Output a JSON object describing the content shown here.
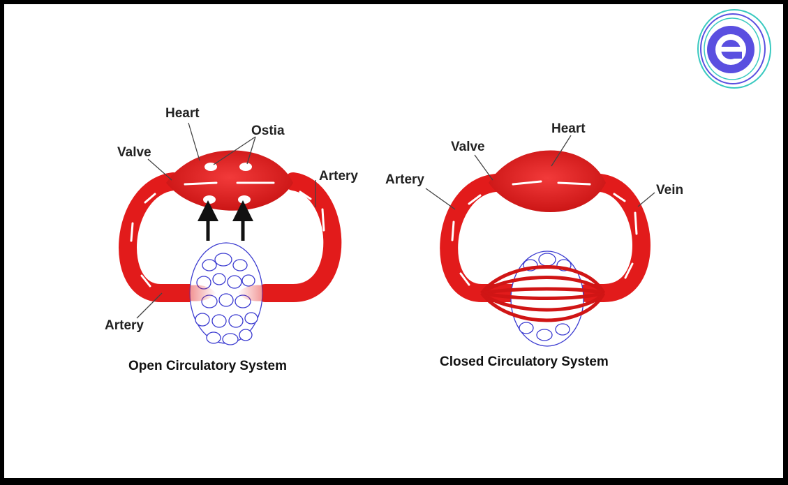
{
  "colors": {
    "vessel": "#e21b1b",
    "vessel_dark": "#b30f0f",
    "tissue": "#3a3ad0",
    "logo_ring": "#39c9c0",
    "logo_core": "#5a4fe0"
  },
  "logo": {
    "icon": "edu-e-logo-icon"
  },
  "open_system": {
    "title": "Open Circulatory System",
    "labels": {
      "heart": "Heart",
      "ostia": "Ostia",
      "valve": "Valve",
      "artery_right": "Artery",
      "artery_left": "Artery"
    }
  },
  "closed_system": {
    "title": "Closed Circulatory System",
    "labels": {
      "heart": "Heart",
      "valve": "Valve",
      "artery": "Artery",
      "vein": "Vein"
    }
  }
}
